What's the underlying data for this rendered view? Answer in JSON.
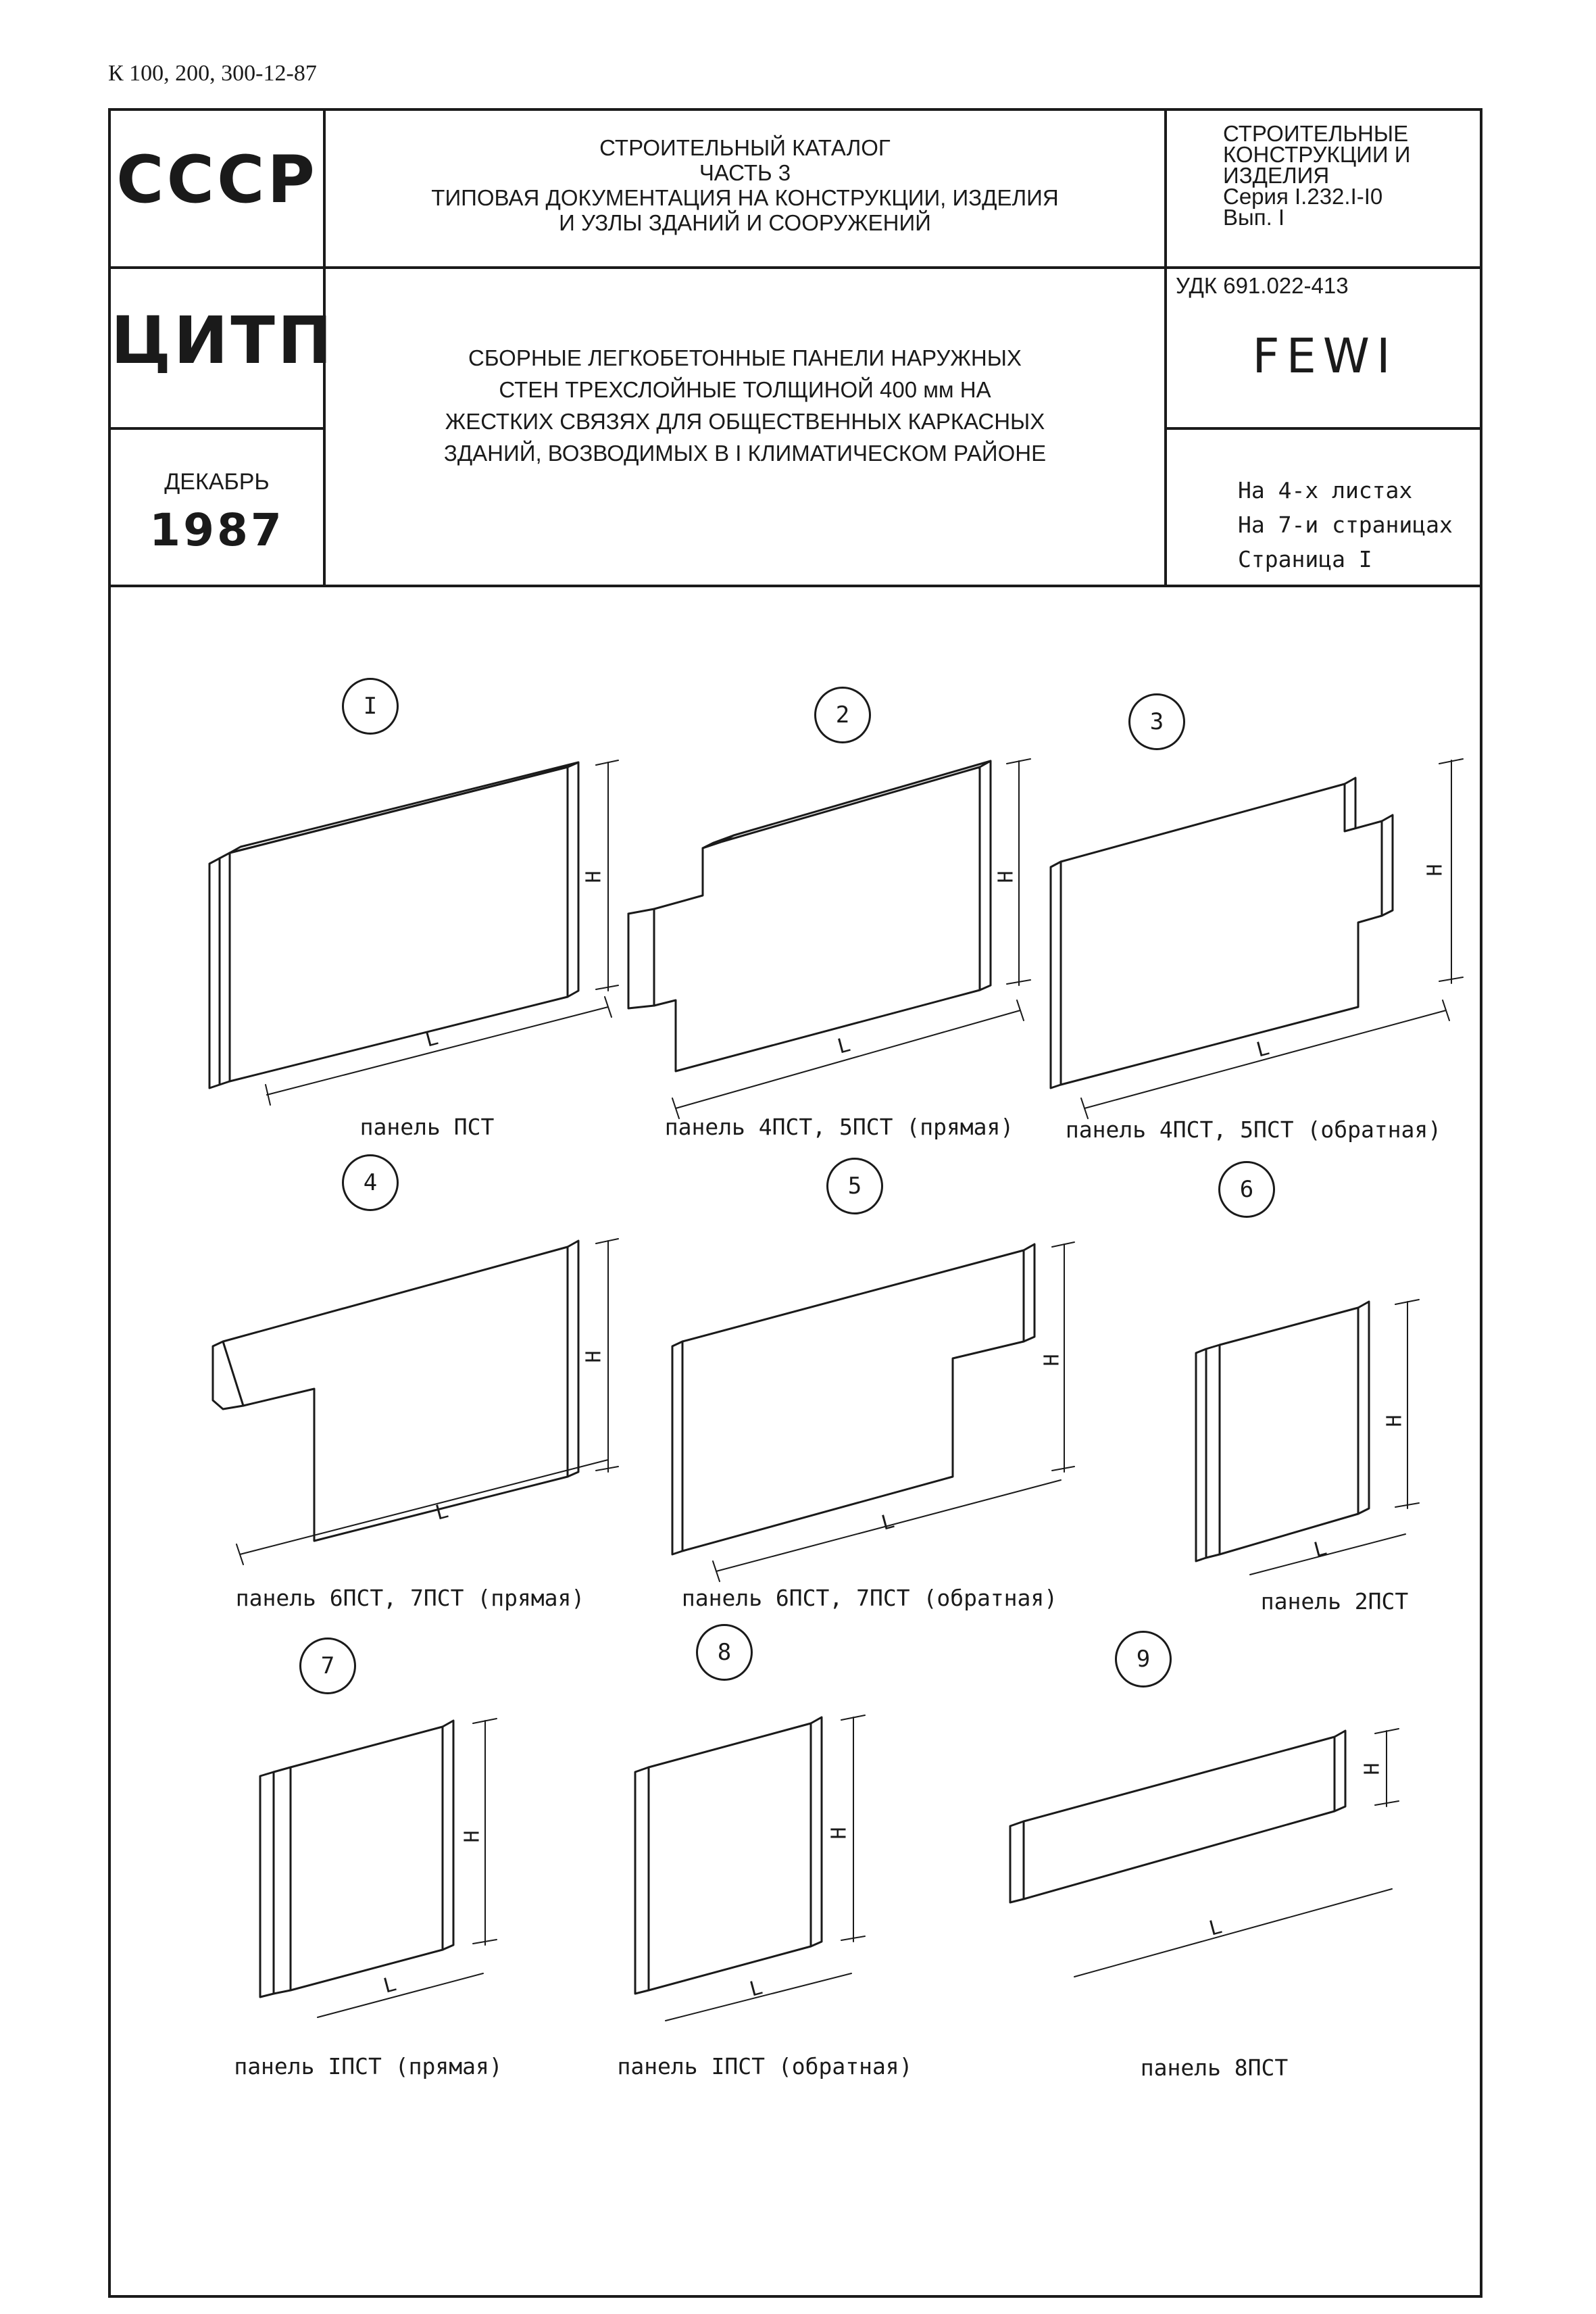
{
  "doc_ref": "К 100, 200, 300-12-87",
  "header": {
    "org_1": "СССР",
    "org_2": "ЦИТП",
    "date_month": "ДЕКАБРЬ",
    "date_year": "1987",
    "catalog_lines": [
      "СТРОИТЕЛЬНЫЙ КАТАЛОГ",
      "ЧАСТЬ 3",
      "ТИПОВАЯ ДОКУМЕНТАЦИЯ НА КОНСТРУКЦИИ, ИЗДЕЛИЯ",
      "И УЗЛЫ ЗДАНИЙ И СООРУЖЕНИЙ"
    ],
    "title_lines": [
      "СБОРНЫЕ ЛЕГКОБЕТОННЫЕ ПАНЕЛИ НАРУЖНЫХ",
      "СТЕН ТРЕХСЛОЙНЫЕ ТОЛЩИНОЙ 400 мм НА",
      "ЖЕСТКИХ СВЯЗЯХ ДЛЯ ОБЩЕСТВЕННЫХ КАРКАСНЫХ",
      "ЗДАНИЙ, ВОЗВОДИМЫХ В I КЛИМАТИЧЕСКОМ РАЙОНЕ"
    ],
    "series_lines": [
      "СТРОИТЕЛЬНЫЕ",
      "КОНСТРУКЦИИ И",
      "ИЗДЕЛИЯ",
      "Серия I.232.I-I0",
      "Вып. I"
    ],
    "udk": "УДК 691.022-413",
    "code": "FEWI",
    "sheets_lines": [
      "На 4-х листах",
      "На 7-и страницах",
      "Страница I"
    ]
  },
  "panels": [
    {
      "number": "I",
      "caption": "панель ПСТ"
    },
    {
      "number": "2",
      "caption": "панель 4ПСТ, 5ПСТ (прямая)"
    },
    {
      "number": "3",
      "caption": "панель 4ПСТ, 5ПСТ (обратная)"
    },
    {
      "number": "4",
      "caption": "панель 6ПСТ, 7ПСТ (прямая)"
    },
    {
      "number": "5",
      "caption": "панель 6ПСТ, 7ПСТ (обратная)"
    },
    {
      "number": "6",
      "caption": "панель 2ПСТ"
    },
    {
      "number": "7",
      "caption": "панель IПСТ (прямая)"
    },
    {
      "number": "8",
      "caption": "панель IПСТ (обратная)"
    },
    {
      "number": "9",
      "caption": "панель 8ПСТ"
    }
  ],
  "dimension_labels": {
    "height": "H",
    "length": "L"
  }
}
